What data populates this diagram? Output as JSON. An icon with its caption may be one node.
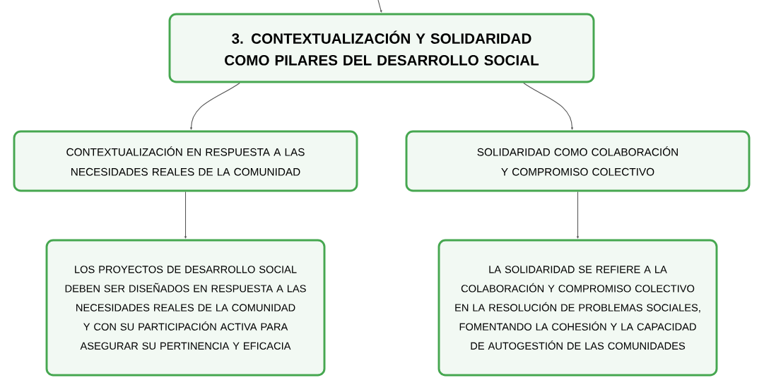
{
  "diagram": {
    "nodes": [
      {
        "text": [
          "3. CONTEXTUALIZACIÓN Y SOLIDARIDAD COMO PILARES DEL DESARROLLO SOCIAL"
        ]
      },
      {
        "text": [
          "CONTEXTUALIZACIÓN EN RESPUESTA A LAS NECESIDADES REALES DE LA COMUNIDAD"
        ]
      },
      {
        "text": [
          "SOLIDARIDAD COMO COLABORACIÓN Y COMPROMISO COLECTIVO"
        ]
      },
      {
        "text": [
          "LOS PROYECTOS DE DESARROLLO SOCIAL DEBEN SER DISEÑADOS EN RESPUESTA A LAS NECESIDADES REALES DE LA COMUNIDAD Y CON SU PARTICIPACIÓN ACTIVA PARA ASEGURAR SU PERTINENCIA Y EFICACIA"
        ]
      },
      {
        "text": [
          "LA SOLIDARIDAD SE REFIERE A LA COLABORACIÓN Y COMPROMISO COLECTIVO EN LA RESOLUCIÓN DE PROBLEMAS SOCIALES, FOMENTANDO LA COHESIÓN Y LA CAPACIDAD DE AUTOGESTIÓN DE LAS COMUNIDADES"
        ]
      }
    ],
    "edges": [
      {
        "from": null,
        "to": 0,
        "arrow": "to"
      },
      {
        "from": 0,
        "to": 1,
        "arrow": "to"
      },
      {
        "from": 0,
        "to": 2,
        "arrow": "to"
      },
      {
        "from": 1,
        "to": 3,
        "arrow": "to"
      },
      {
        "from": 2,
        "to": 4,
        "arrow": "to"
      }
    ]
  }
}
